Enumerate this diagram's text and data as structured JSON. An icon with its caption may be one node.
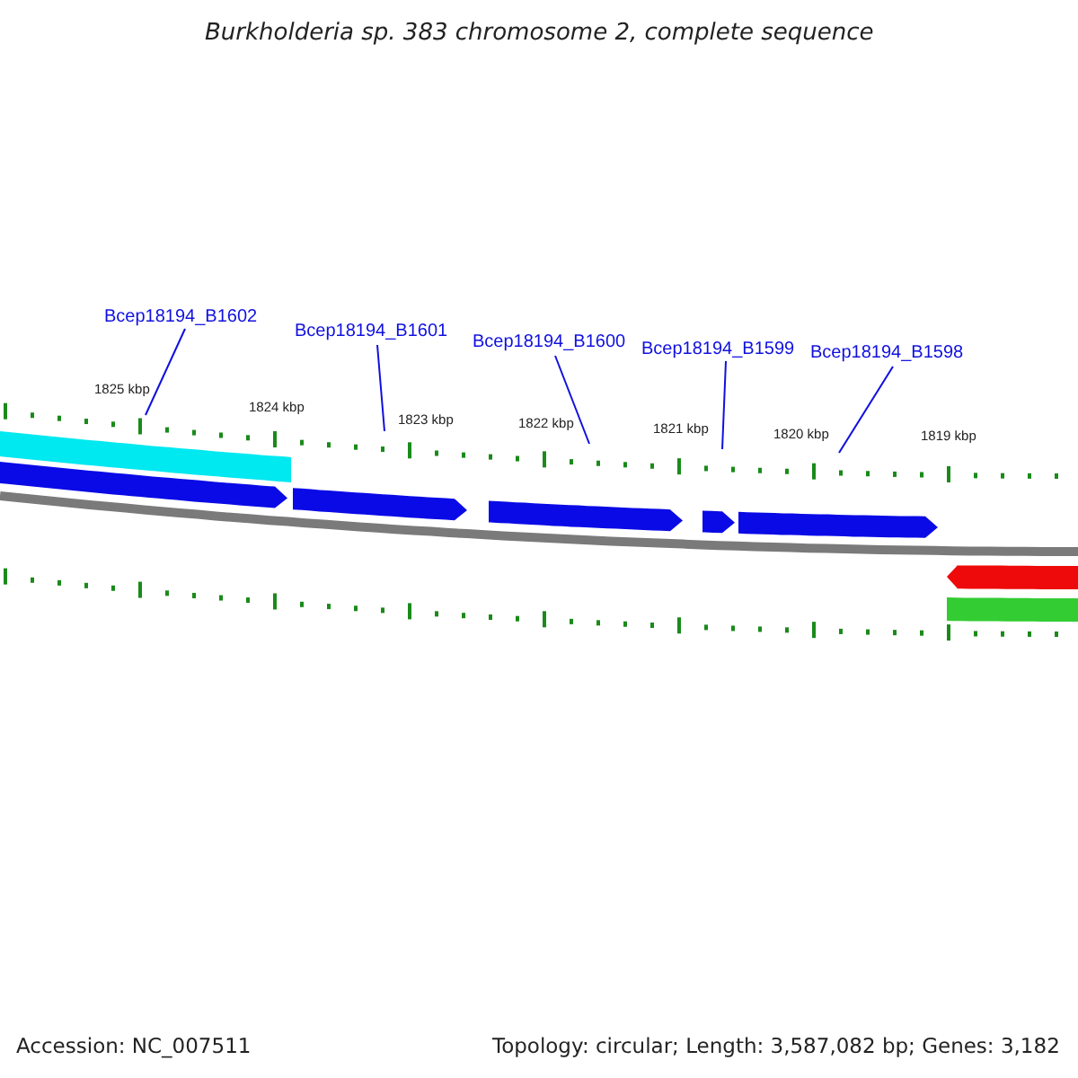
{
  "diagram": {
    "title": "Burkholderia sp. 383 chromosome 2, complete sequence",
    "nodes": [
      {
        "text": [
          "Bcep18194_B1602"
        ]
      },
      {
        "text": [
          "Bcep18194_B1601"
        ]
      },
      {
        "text": [
          "Bcep18194_B1600"
        ]
      },
      {
        "text": [
          "Bcep18194_B1599"
        ]
      },
      {
        "text": [
          "Bcep18194_B1598"
        ]
      }
    ],
    "edges": [
      {
        "from": 0,
        "to": null,
        "arrow": "none"
      },
      {
        "from": 1,
        "to": null,
        "arrow": "none"
      },
      {
        "from": 2,
        "to": null,
        "arrow": "none"
      },
      {
        "from": 3,
        "to": null,
        "arrow": "none"
      },
      {
        "from": 4,
        "to": null,
        "arrow": "none"
      }
    ],
    "labels": [
      "1825 kbp",
      "1824 kbp",
      "1823 kbp",
      "1822 kbp",
      "1821 kbp",
      "1820 kbp",
      "1819 kbp",
      "Accession: NC_007511",
      "Topology: circular; Length: 3,587,082 bp; Genes: 3,182"
    ]
  }
}
